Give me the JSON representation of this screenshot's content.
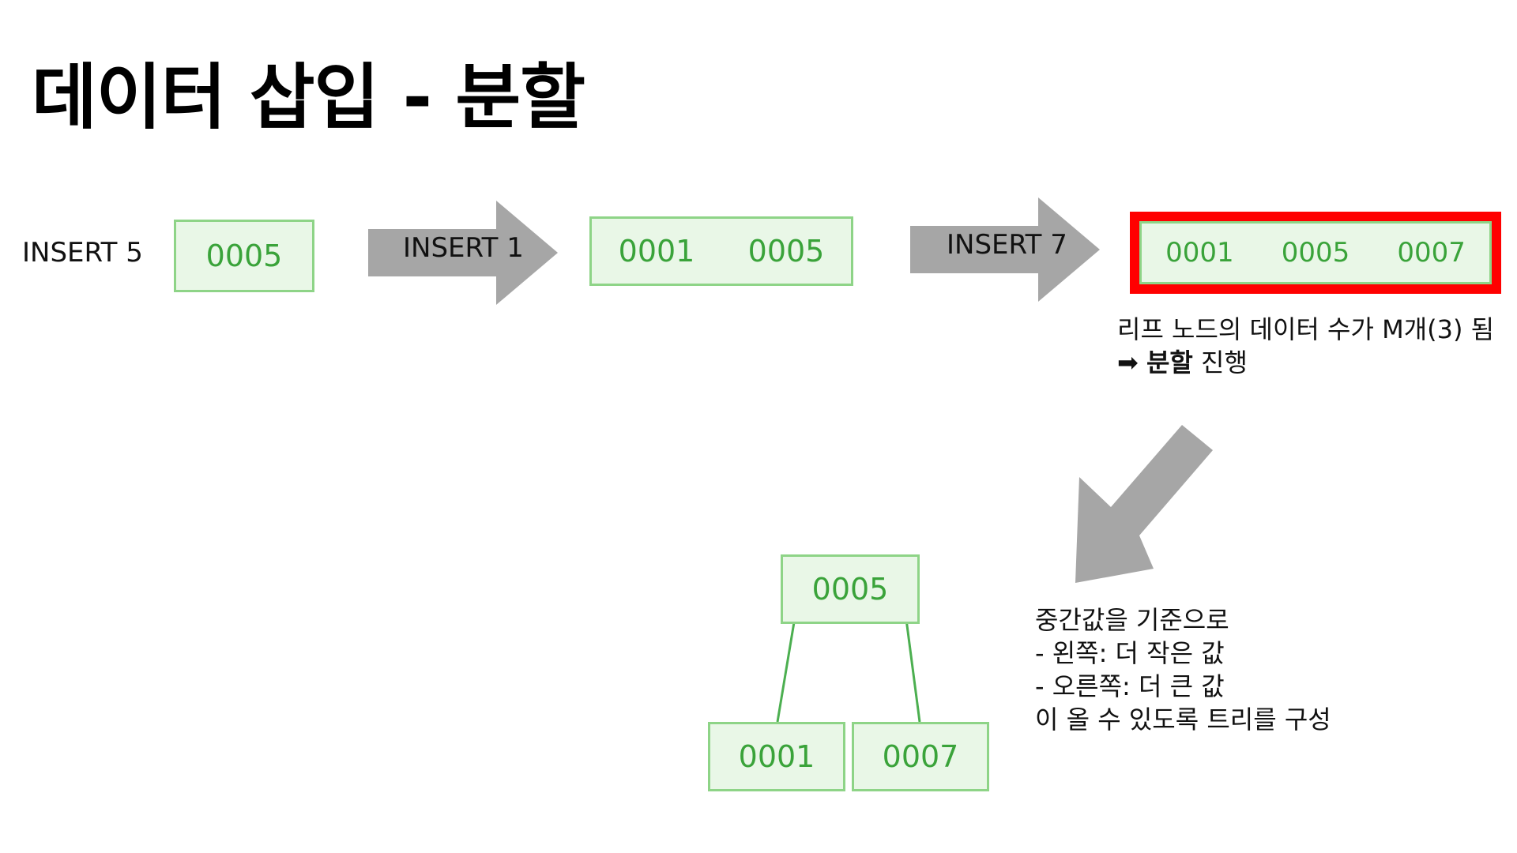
{
  "title": "데이터 삽입 - 분할",
  "step0": {
    "label": "INSERT 5",
    "node": [
      "0005"
    ]
  },
  "arrow1": {
    "label": "INSERT 1"
  },
  "step1": {
    "node": [
      "0001",
      "0005"
    ]
  },
  "arrow2": {
    "label": "INSERT 7"
  },
  "step2": {
    "node": [
      "0001",
      "0005",
      "0007"
    ]
  },
  "note_full": {
    "line1": "리프 노드의 데이터 수가 M개(3) 됨",
    "arrow_glyph": "➡",
    "line2_bold": "분할",
    "line2_rest": " 진행"
  },
  "split_tree": {
    "root": [
      "0005"
    ],
    "left_child": [
      "0001"
    ],
    "right_child": [
      "0007"
    ]
  },
  "note_split": {
    "line1": "중간값을 기준으로",
    "line2": "- 왼쪽: 더 작은 값",
    "line3": "- 오른쪽: 더 큰 값",
    "line4": "이 올 수 있도록 트리를 구성"
  },
  "colors": {
    "node_fill": "#e9f7e7",
    "node_border": "#8ed487",
    "node_text": "#3aa33a",
    "highlight": "#ff0000",
    "arrow": "#a6a6a6",
    "edge": "#4caf50"
  }
}
